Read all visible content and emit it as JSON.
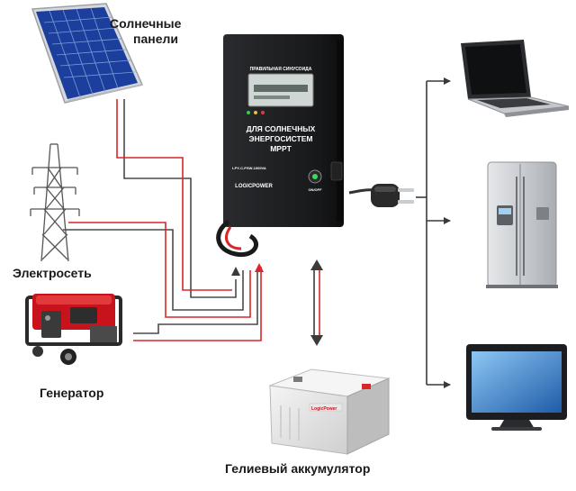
{
  "labels": {
    "solar_line1": "Солнечные",
    "solar_line2": "панели",
    "grid": "Электросеть",
    "generator": "Генератор",
    "battery": "Гелиевый аккумулятор"
  },
  "inverter": {
    "top_text": "ПРАВИЛЬНАЯ СИНУСОИДА",
    "main_line1": "ДЛЯ СОЛНЕЧНЫХ",
    "main_line2": "ЭНЕРГОСИСТЕМ",
    "main_line3": "MPPT",
    "model_text": "LPY-C-PSW-1000VA",
    "brand": "LOGICPOWER",
    "switch_label": "ON/OFF"
  },
  "battery_brand": "LogicPower",
  "colors": {
    "wire_red": "#d8262a",
    "wire_dark": "#4a4a4a",
    "inverter_body": "#1b1c1e",
    "solar_cell": "#1c3f9e",
    "generator_red": "#c8121c"
  },
  "icons": [
    "solar-panel",
    "power-pylon",
    "generator",
    "inverter",
    "battery",
    "power-plug",
    "laptop",
    "refrigerator",
    "tv"
  ]
}
